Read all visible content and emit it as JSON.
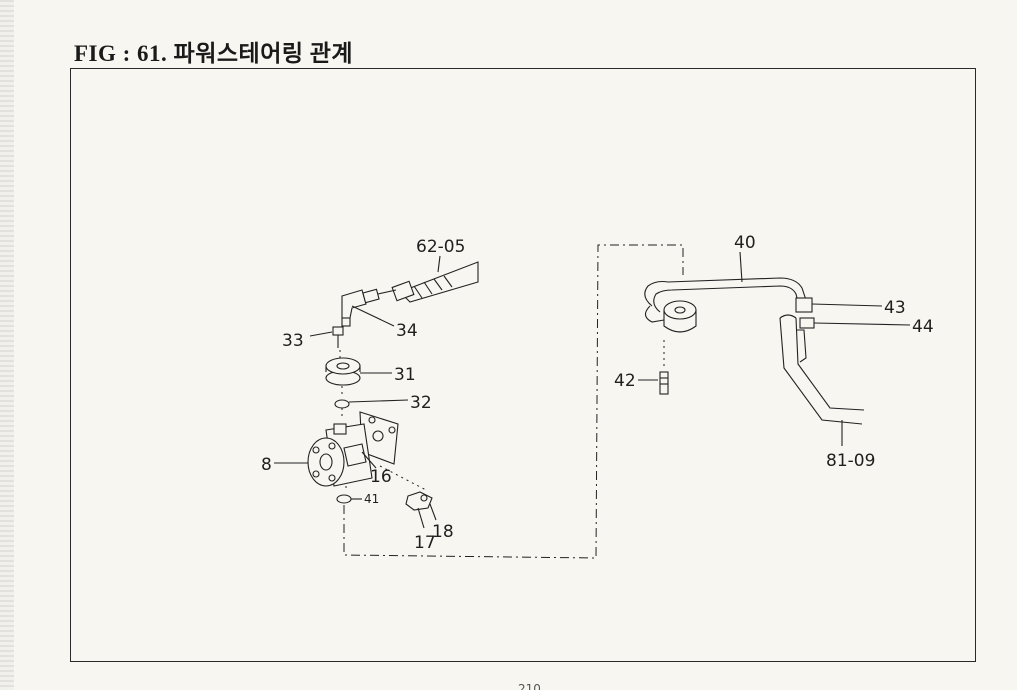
{
  "title": "FIG : 61. 파워스테어링 관계",
  "page_number": "210",
  "parts": {
    "p62_05": "62-05",
    "p34": "34",
    "p33": "33",
    "p31": "31",
    "p32": "32",
    "p8": "8",
    "p16": "16",
    "p41": "41",
    "p17": "17",
    "p18": "18",
    "p40": "40",
    "p43": "43",
    "p44": "44",
    "p42": "42",
    "p81_09": "81-09"
  }
}
